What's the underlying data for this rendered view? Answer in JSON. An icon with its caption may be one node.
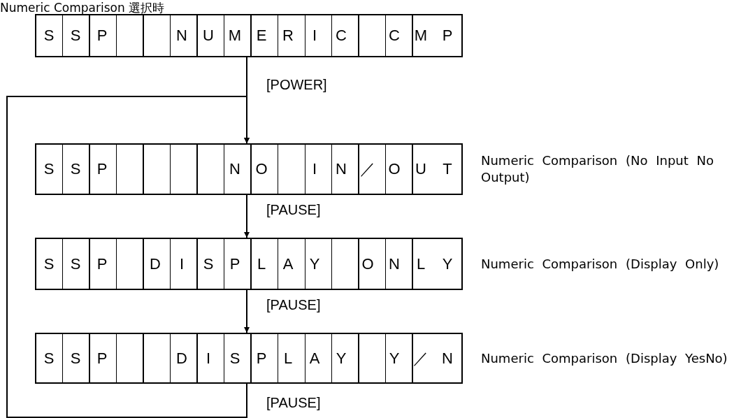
{
  "diagram": {
    "title": "Numeric Comparison 選択時",
    "nodes": [
      {
        "text": [
          "S S P",
          "N U M E R I C",
          "C M P"
        ]
      },
      {
        "text": [
          "S S P",
          "N O",
          "I N ／ O U T"
        ],
        "beside": [
          "Numeric Comparison (No Input No Output)"
        ]
      },
      {
        "text": [
          "S S P",
          "D I S P L A Y",
          "O N L Y"
        ],
        "beside": [
          "Numeric Comparison (Display Only)"
        ]
      },
      {
        "text": [
          "S S P",
          "D I S P L A Y",
          "Y ／ N"
        ],
        "beside": [
          "Numeric Comparison (Display YesNo)"
        ]
      }
    ],
    "edges": [
      {
        "from": 0,
        "to": 1,
        "arrow": "to",
        "label": "[POWER]"
      },
      {
        "from": 1,
        "to": 2,
        "arrow": "to",
        "label": "[PAUSE]"
      },
      {
        "from": 2,
        "to": 3,
        "arrow": "to",
        "label": "[PAUSE]"
      },
      {
        "from": 3,
        "to": 1,
        "arrow": "to",
        "label": "[PAUSE]"
      }
    ]
  }
}
